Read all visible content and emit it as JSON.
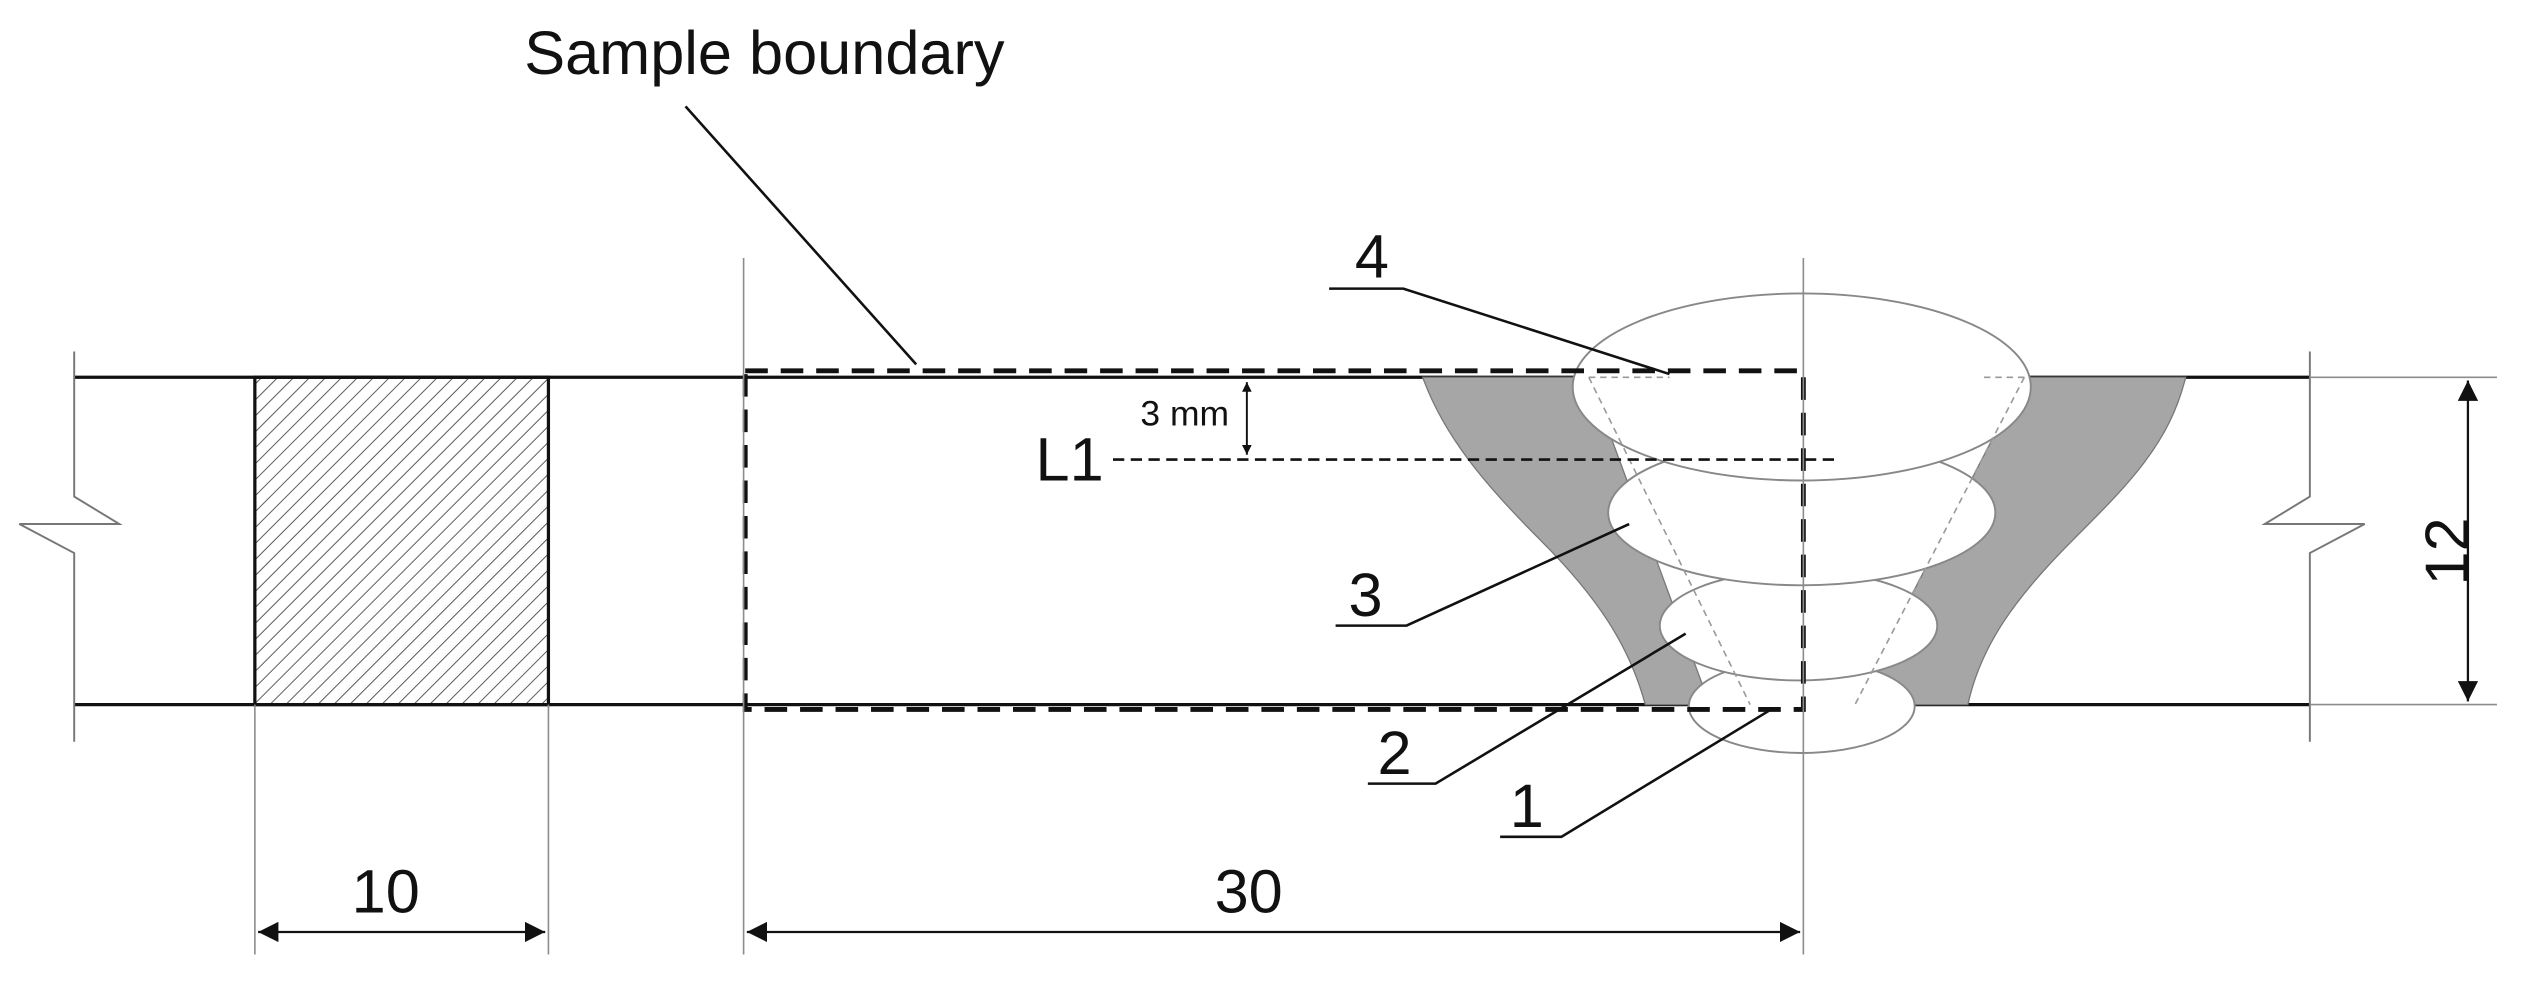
{
  "labels": {
    "sample_boundary": "Sample boundary",
    "line_label": "L1",
    "depth_label": "3 mm",
    "pass_1": "1",
    "pass_2": "2",
    "pass_3": "3",
    "pass_4": "4",
    "dim_width_left": "10",
    "dim_width_sample": "30",
    "dim_thickness": "12"
  },
  "colors": {
    "haz_fill": "#a6a6a6",
    "line": "#111111",
    "guide": "#8c8c8c"
  }
}
